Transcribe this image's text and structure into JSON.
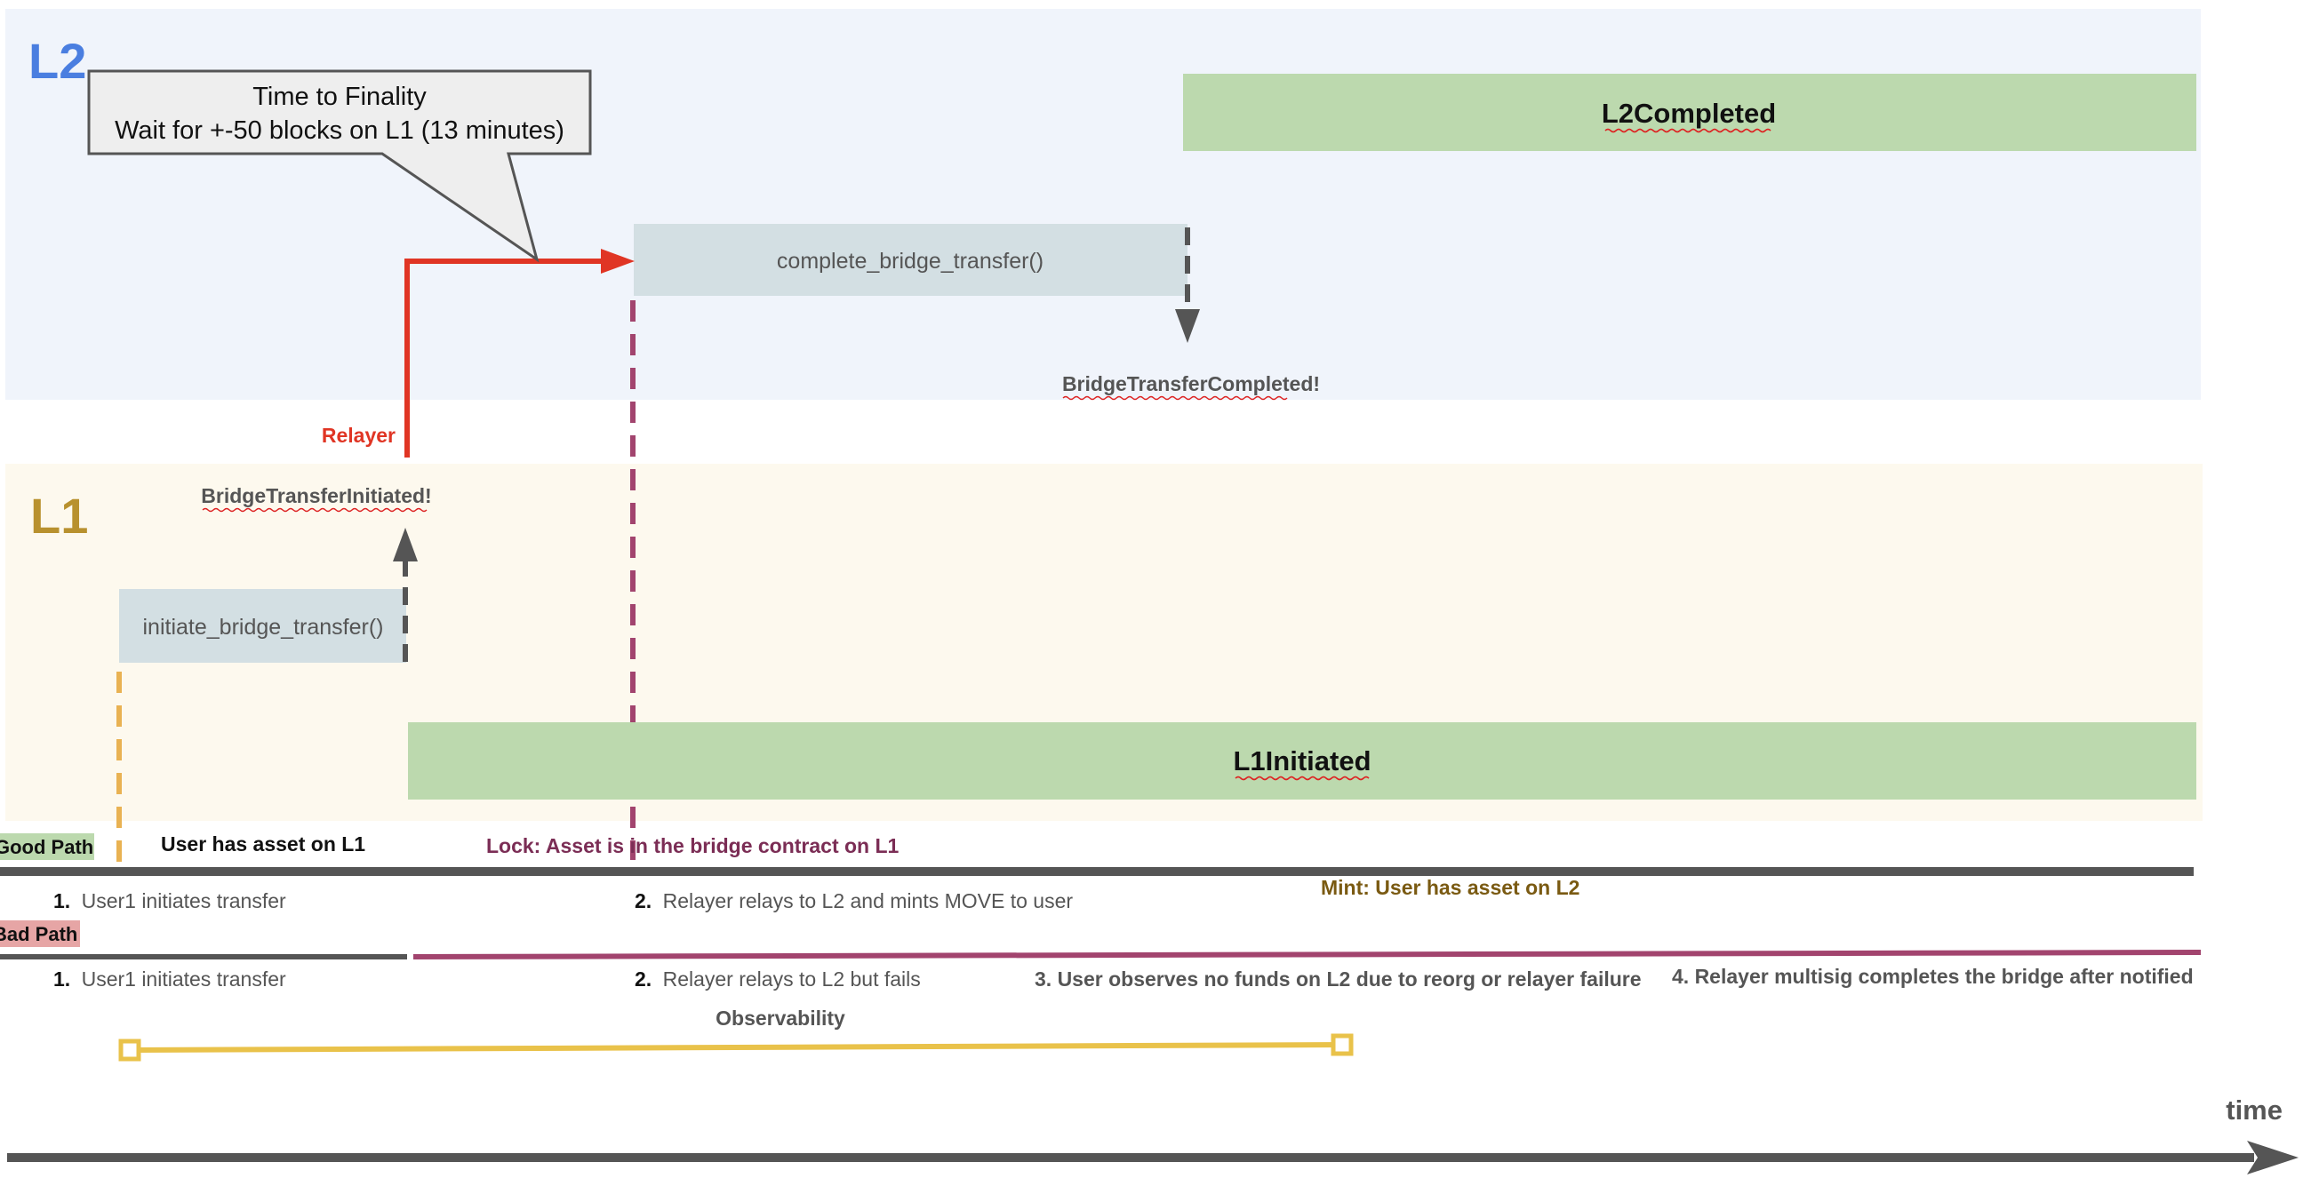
{
  "lanes": {
    "l2": {
      "label": "L2",
      "color": "#4a7ee0",
      "bg": "#f0f4fb"
    },
    "l1": {
      "label": "L1",
      "color": "#b8912e",
      "bg": "#fdf9ee"
    }
  },
  "callout": {
    "line1": "Time to Finality",
    "line2": "Wait for +-50 blocks on L1 (13 minutes)"
  },
  "boxes": {
    "l2_completed": "L2Completed",
    "complete_fn": "complete_bridge_transfer()",
    "initiate_fn": "initiate_bridge_transfer()",
    "l1_initiated": "L1Initiated"
  },
  "events": {
    "completed": "BridgeTransferCompleted!",
    "initiated": "BridgeTransferInitiated!",
    "relayer": "Relayer"
  },
  "good_path": {
    "tag": "Good Path",
    "user_asset": "User has asset on L1",
    "lock": "Lock: Asset is in the bridge contract on L1",
    "mint": "Mint: User has asset on L2",
    "step1_num": "1.",
    "step1": "User1 initiates transfer",
    "step2_num": "2.",
    "step2": "Relayer relays to L2 and mints MOVE to user"
  },
  "bad_path": {
    "tag": "Bad Path",
    "step1_num": "1.",
    "step1": "User1 initiates transfer",
    "step2_num": "2.",
    "step2": "Relayer relays to L2 but fails",
    "step3": "3. User observes no funds on L2 due to reorg or relayer failure",
    "step4": "4. Relayer multisig completes the bridge after notified"
  },
  "observability": "Observability",
  "time_label": "time",
  "colors": {
    "green_box": "#bcd9ae",
    "fn_box": "#d3dfe3",
    "relayer_red": "#e03524",
    "lock_purple": "#7b2d55",
    "mint_brown": "#7a5a12",
    "dark_gray": "#555555",
    "orange_dash": "#e9b252",
    "purple_dash": "#a2446e",
    "observ_yellow": "#e9c24a",
    "good_tag_bg": "#bcd9ae",
    "bad_tag_bg": "#e6a5a5"
  }
}
